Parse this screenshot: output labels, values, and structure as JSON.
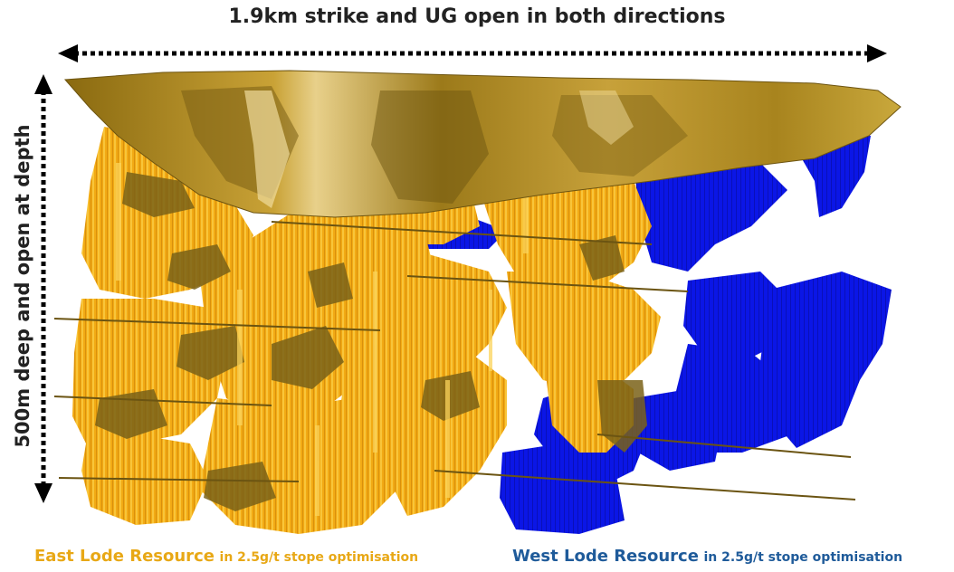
{
  "header": {
    "strike_label": "1.9km strike and UG open in both directions"
  },
  "side": {
    "depth_label": "500m deep and open at depth"
  },
  "legend": {
    "east": {
      "name": "East Lode Resource",
      "detail": "in 2.5g/t stope optimisation",
      "color": "#e8a816"
    },
    "west": {
      "name": "West Lode Resource",
      "detail": "in 2.5g/t stope optimisation",
      "color": "#1f5b9a"
    }
  },
  "colors": {
    "east_body": "#f2aa14",
    "pit_shell": "#b08c20",
    "west_body": "#0a14e0",
    "arrow": "#000000"
  }
}
